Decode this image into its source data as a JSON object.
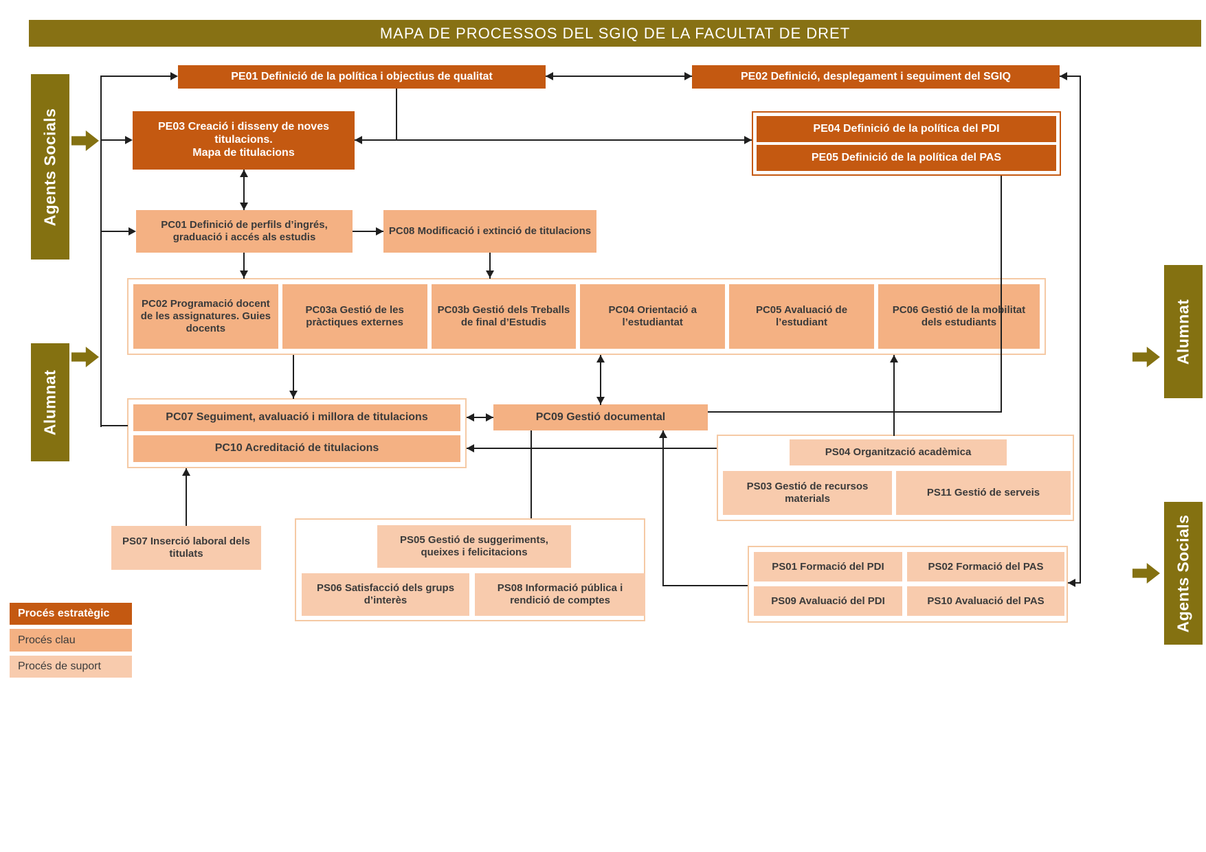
{
  "title": "MAPA DE PROCESSOS DEL SGIQ DE LA FACULTAT DE DRET",
  "side_labels": {
    "left_top": "Agents Socials",
    "left_bottom": "Alumnat",
    "right_top": "Alumnat",
    "right_bottom": "Agents Socials"
  },
  "boxes": {
    "pe01": "PE01 Definició de la política i objectius de qualitat",
    "pe02": "PE02 Definició, desplegament i seguiment del SGIQ",
    "pe03": "PE03 Creació i disseny de noves\ntitulacions.\nMapa de titulacions",
    "pe04": "PE04 Definició de la política del PDI",
    "pe05": "PE05 Definició de la política del PAS",
    "pc01": "PC01 Definició de perfils d’ingrés, graduació i accés als estudis",
    "pc08": "PC08 Modificació i extinció de titulacions",
    "pc02": "PC02 Programació docent de les assignatures. Guies docents",
    "pc03a": "PC03a Gestió de les pràctiques externes",
    "pc03b": "PC03b Gestió dels Treballs de final d’Estudis",
    "pc04": "PC04 Orientació a l’estudiantat",
    "pc05": "PC05 Avaluació de l’estudiant",
    "pc06": "PC06 Gestió de la mobilitat dels estudiants",
    "pc07": "PC07 Seguiment, avaluació i millora de titulacions",
    "pc10": "PC10 Acreditació de titulacions",
    "pc09": "PC09 Gestió documental",
    "ps04": "PS04 Organització acadèmica",
    "ps03": "PS03 Gestió de recursos materials",
    "ps11": "PS11 Gestió de serveis",
    "ps07": "PS07 Inserció laboral dels titulats",
    "ps05": "PS05 Gestió de suggeriments, queixes i felicitacions",
    "ps06": "PS06 Satisfacció dels grups d’interès",
    "ps08": "PS08 Informació pública i rendició de comptes",
    "ps01": "PS01 Formació del PDI",
    "ps02": "PS02 Formació del PAS",
    "ps09": "PS09 Avaluació del PDI",
    "ps10": "PS10 Avaluació del PAS"
  },
  "legend": {
    "estrategic": "Procés estratègic",
    "clau": "Procés clau",
    "suport": "Procés de suport"
  },
  "colors": {
    "strategic_process": "#C45911",
    "key_process": "#F4B183",
    "support_process": "#F8CBAD",
    "olive_band": "#847111",
    "connector": "#1F1F1F"
  }
}
